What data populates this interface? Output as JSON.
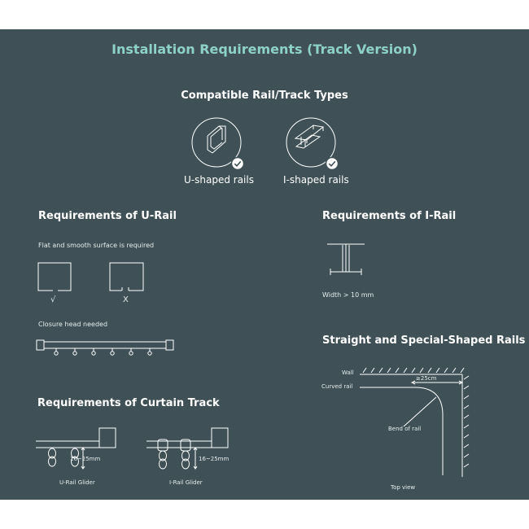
{
  "page": {
    "title": "Installation Requirements (Track Version)",
    "compatible": {
      "heading": "Compatible Rail/Track Types",
      "u_label": "U-shaped rails",
      "i_label": "I-shaped rails"
    },
    "u_rail": {
      "heading": "Requirements of U-Rail",
      "surface_note": "Flat and smooth surface is required",
      "ok_mark": "√",
      "bad_mark": "X",
      "closure_note": "Closure head needed"
    },
    "i_rail": {
      "heading": "Requirements of I-Rail",
      "width_note": "Width > 10 mm"
    },
    "curtain_track": {
      "heading": "Requirements of Curtain Track",
      "u_glider": "U-Rail Glider",
      "i_glider": "I-Rail Glider",
      "gap_u": "16~25mm",
      "gap_i": "16~25mm"
    },
    "special": {
      "heading": "Straight and Special-Shaped Rails",
      "wall": "Wall",
      "distance": "≥25cm",
      "curved_rail": "Curved rail",
      "bend": "Bend of rail",
      "top_view": "Top view"
    }
  },
  "colors": {
    "panel_bg": "#3f5156",
    "title_accent": "#8ed1c9",
    "line": "#ffffff"
  },
  "icons": [
    "u-rail-icon",
    "i-rail-icon",
    "checkmark-icon"
  ]
}
